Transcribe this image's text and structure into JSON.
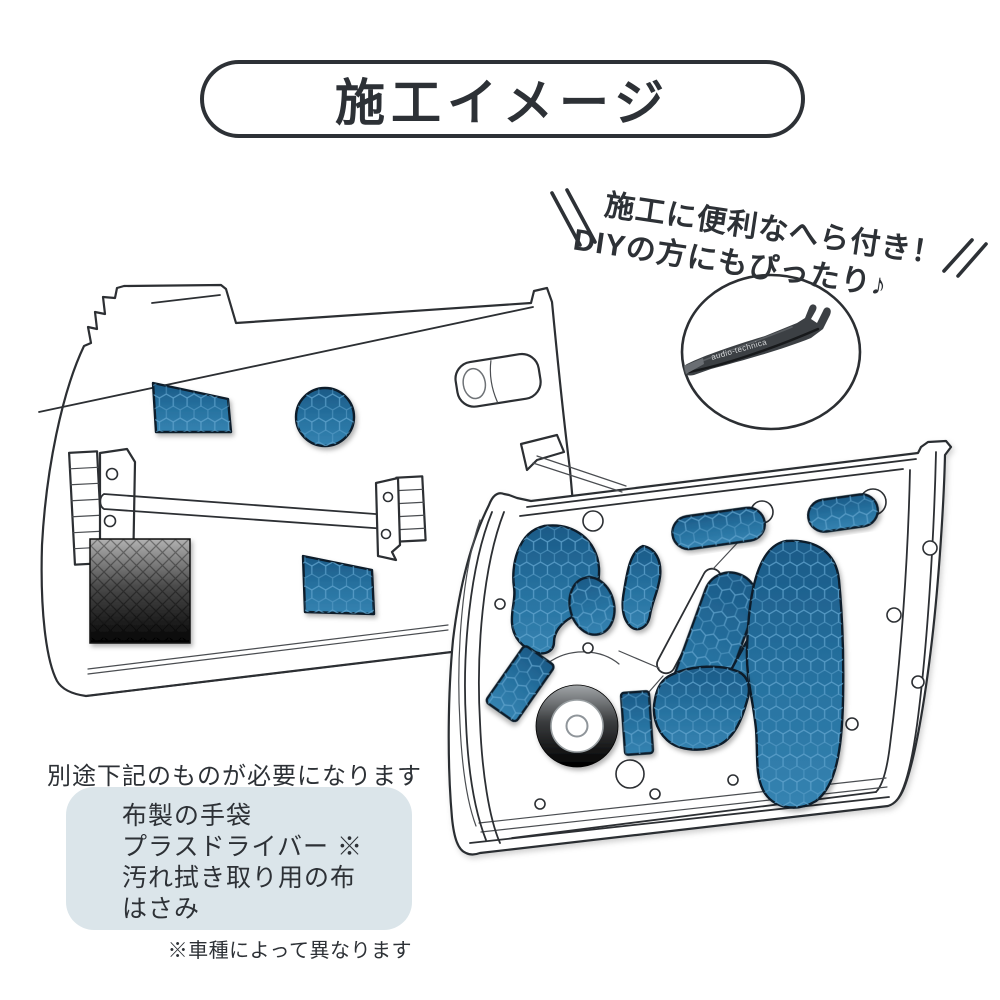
{
  "title": {
    "text": "施工イメージ"
  },
  "tagline": {
    "line1": "施工に便利なへら付き！",
    "line2": "DIYの方にもぴったり♪"
  },
  "tool_badge": {
    "brand": "audio-technica"
  },
  "requirements": {
    "heading": "別途下記のものが必要になります",
    "items": [
      "布製の手袋",
      "プラスドライバー ※",
      "汚れ拭き取り用の布",
      "はさみ"
    ],
    "note": "※車種によって異なります"
  },
  "colors": {
    "text": "#2d3136",
    "pad_blue": "#26719f",
    "pad_outline": "#0c1e2c",
    "box_bg": "#dbe5ea",
    "line_art": "#2c2f33"
  },
  "icons": {
    "left_door": "car-door-inner-panel-line-art",
    "right_door": "car-door-panel-with-pads-line-art",
    "pad": "blue-honeycomb-sound-deadening-pad",
    "tool": "trim-removal-pry-tool"
  }
}
